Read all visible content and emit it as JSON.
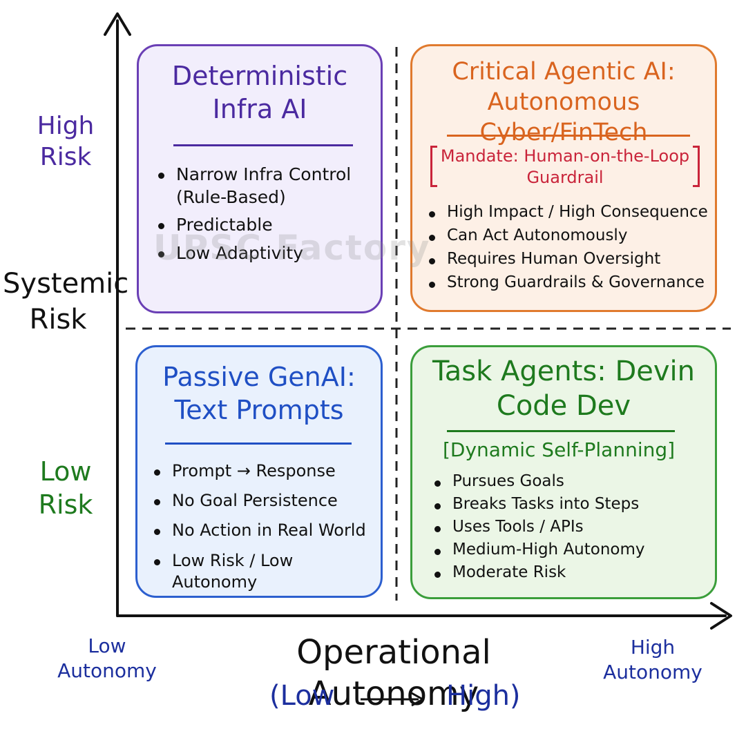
{
  "axes": {
    "y_high": "High Risk",
    "y_title": "Systemic Risk",
    "y_low": "Low Risk",
    "x_low": "Low Autonomy",
    "x_title": "Operational Autonomy",
    "x_high": "High Autonomy",
    "scale_low": "(Low",
    "scale_high": "High)"
  },
  "quadrants": {
    "top_left": {
      "title": "Deterministic Infra AI",
      "items": [
        "Narrow Infra Control (Rule-Based)",
        "Predictable",
        "Low Adaptivity"
      ]
    },
    "top_right": {
      "title": "Critical Agentic AI: Autonomous Cyber/FinTech",
      "mandate": "Mandate: Human-on-the-Loop Guardrail",
      "items": [
        "High Impact / High Consequence",
        "Can Act Autonomously",
        "Requires Human Oversight",
        "Strong Guardrails & Governance"
      ]
    },
    "bottom_left": {
      "title": "Passive GenAI: Text Prompts",
      "items": [
        "Prompt → Response",
        "No Goal Persistence",
        "No Action in Real World",
        "Low Risk / Low Autonomy"
      ]
    },
    "bottom_right": {
      "title": "Task Agents: Devin Code Dev",
      "subtitle": "[Dynamic Self-Planning]",
      "items": [
        "Pursues Goals",
        "Breaks Tasks into Steps",
        "Uses Tools / APIs",
        "Medium-High Autonomy",
        "Moderate Risk"
      ]
    }
  },
  "watermark": "UPSC Factory",
  "colors": {
    "purple": "#4b2aa0",
    "orange": "#d9641f",
    "red": "#c9243a",
    "blue": "#1f4fc4",
    "green": "#1e7a1e"
  }
}
